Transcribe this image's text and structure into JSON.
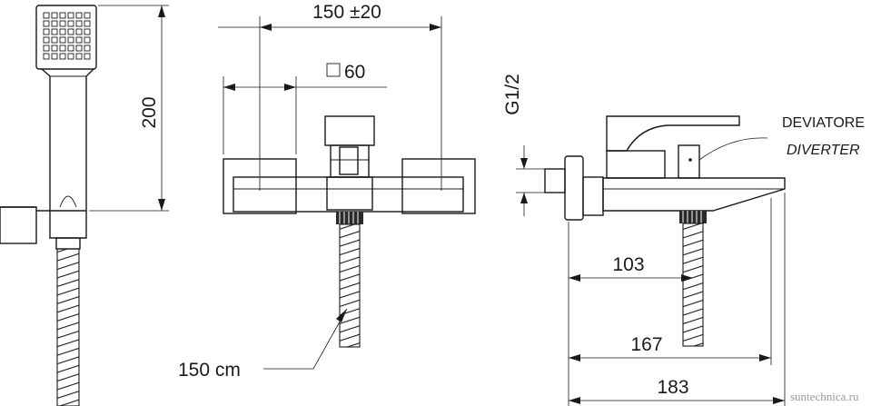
{
  "dimensions": {
    "center_distance": "150 ±20",
    "square": "60",
    "height": "200",
    "thread": "G1/2",
    "hose_length": "150 cm",
    "depth_inlet": "103",
    "depth_spout": "167",
    "depth_total": "183"
  },
  "labels": {
    "deviator": "DEVIATORE",
    "diverter": "DIVERTER"
  },
  "watermark": "suntechnica.ru"
}
